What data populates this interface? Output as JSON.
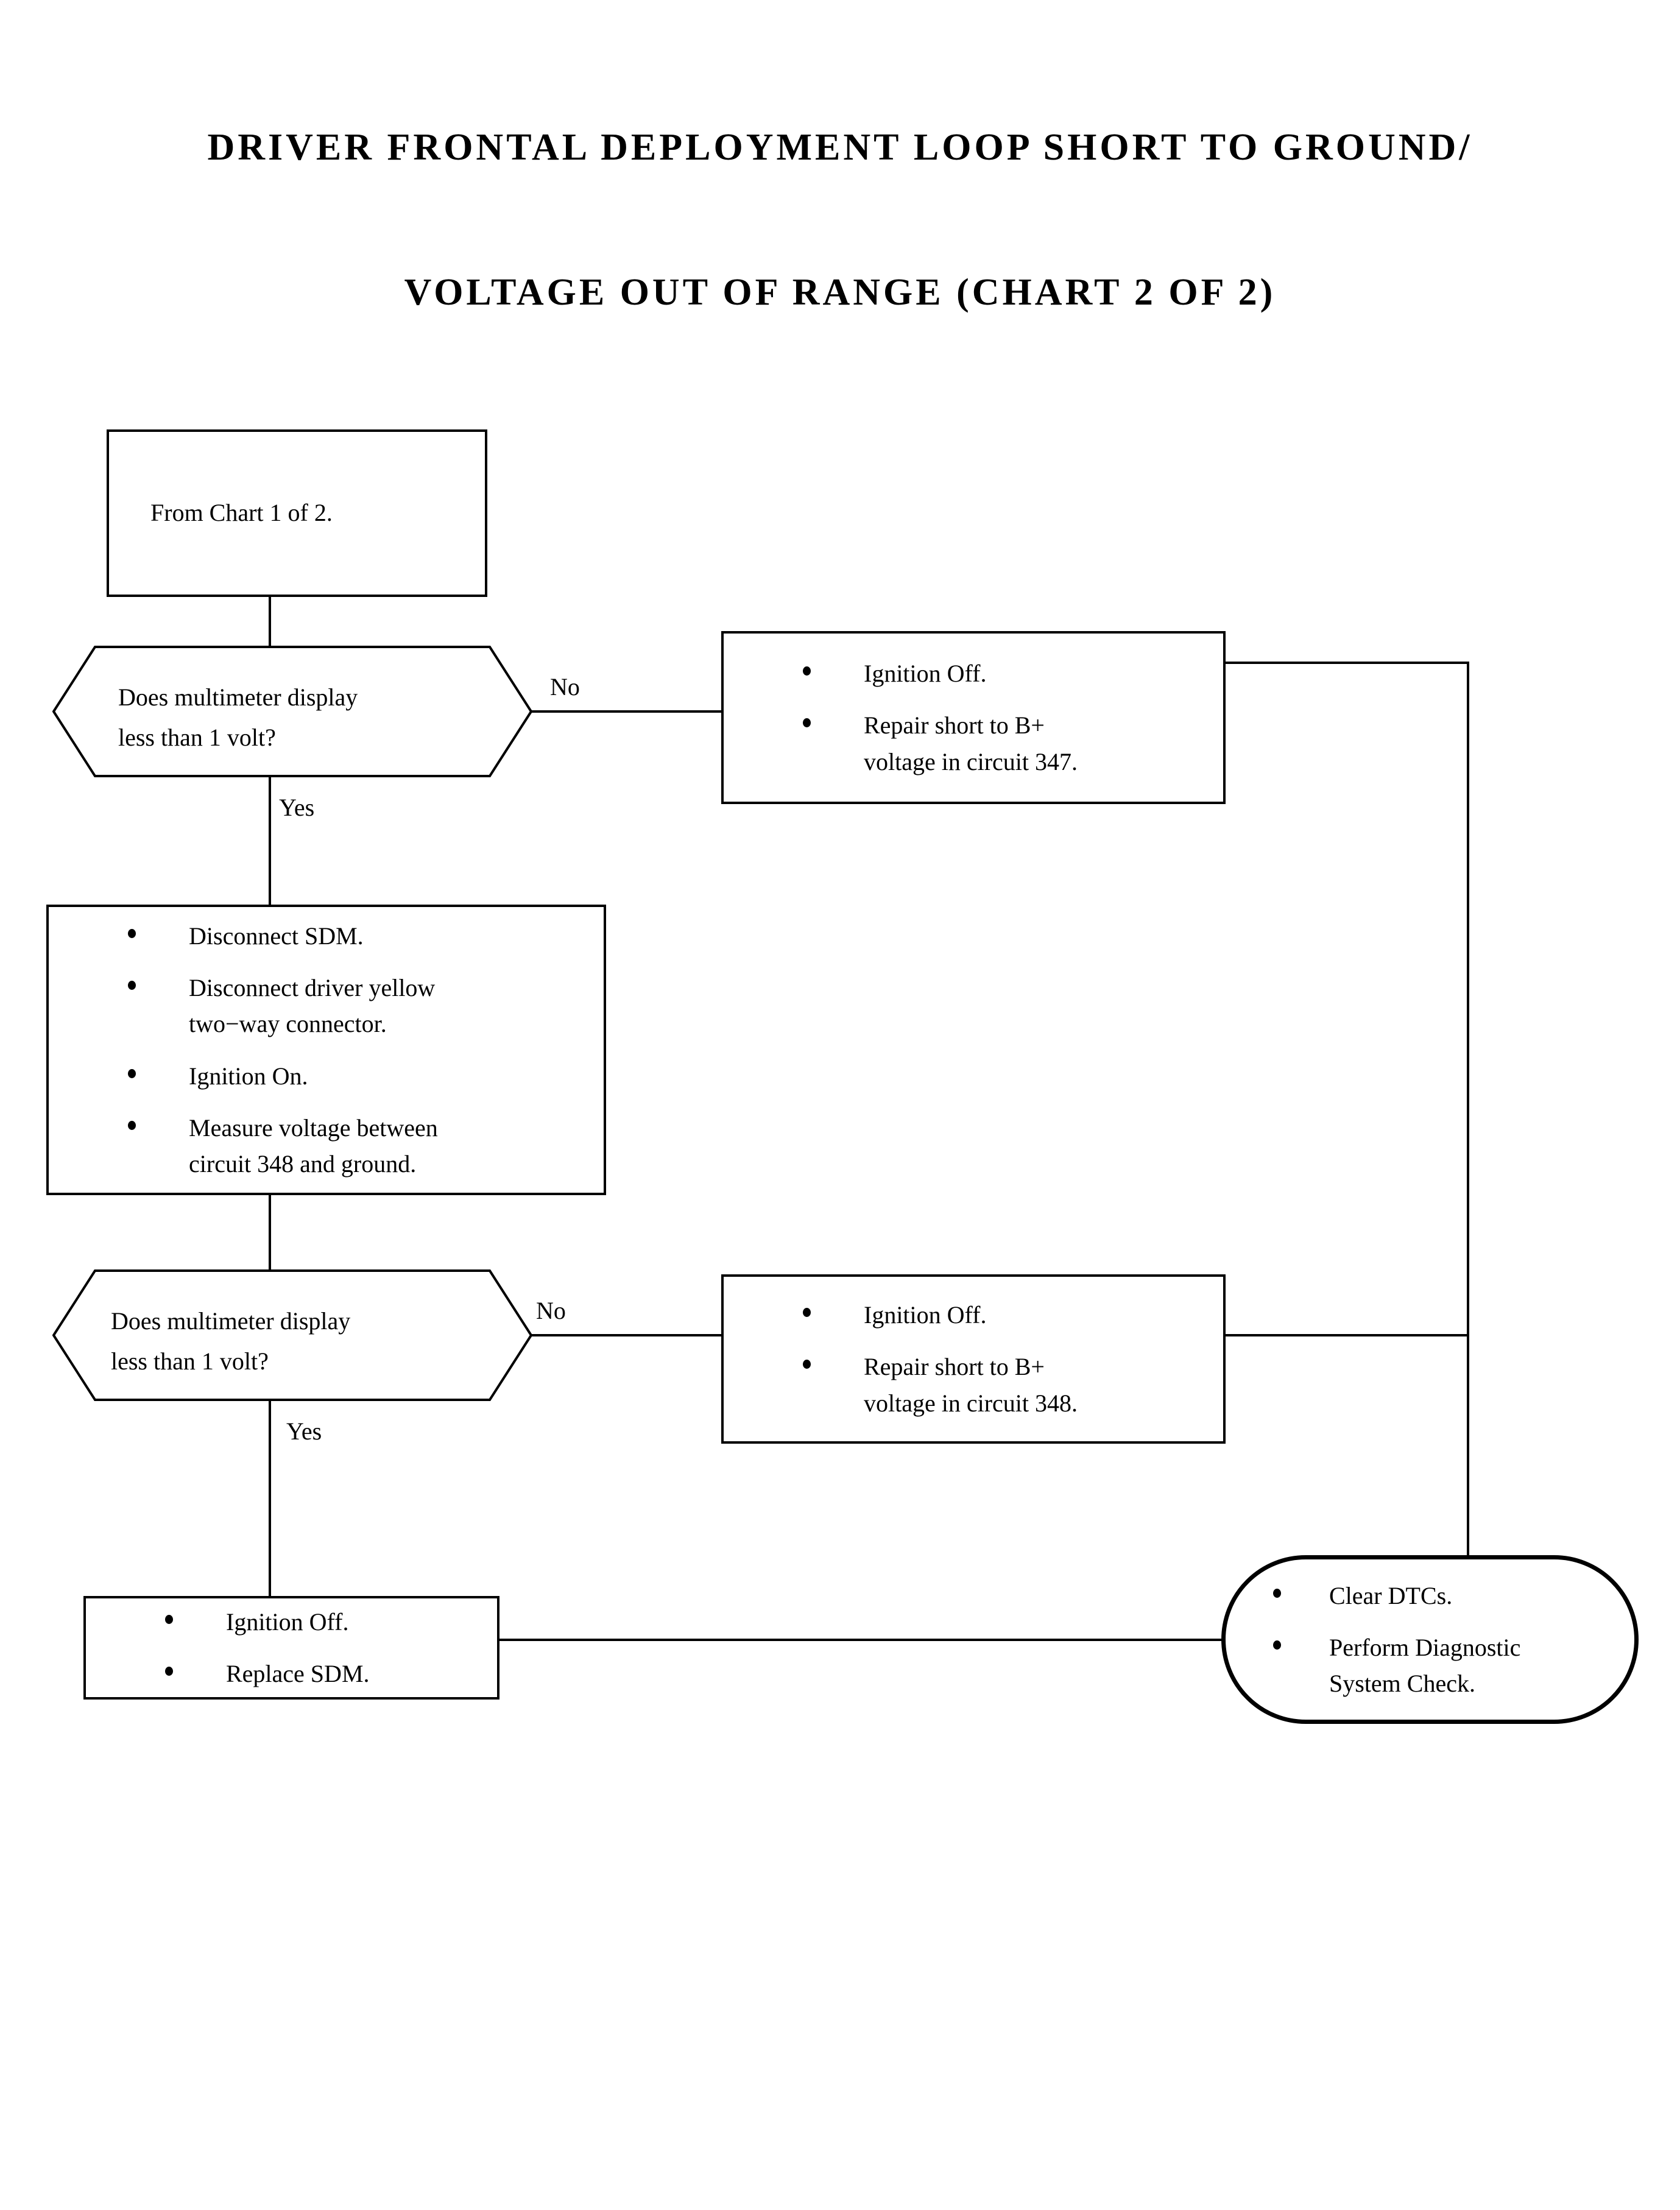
{
  "title": {
    "line1": "DRIVER FRONTAL DEPLOYMENT LOOP SHORT TO GROUND/",
    "line2": "VOLTAGE OUT OF RANGE (CHART 2 OF 2)"
  },
  "nodes": {
    "start": {
      "type": "process",
      "text": "From Chart 1 of 2."
    },
    "decision1": {
      "type": "decision",
      "line1": "Does multimeter display",
      "line2": "less than 1 volt?",
      "yes_label": "Yes",
      "no_label": "No"
    },
    "repair347": {
      "type": "process",
      "bullets": [
        {
          "line1": "Ignition Off.",
          "line2": ""
        },
        {
          "line1": "Repair short to B+",
          "line2": "voltage in circuit 347."
        }
      ]
    },
    "measure348": {
      "type": "process",
      "bullets": [
        {
          "line1": "Disconnect SDM.",
          "line2": ""
        },
        {
          "line1": "Disconnect driver yellow",
          "line2": "two−way connector."
        },
        {
          "line1": "Ignition On.",
          "line2": ""
        },
        {
          "line1": "Measure voltage between",
          "line2": "circuit 348 and ground."
        }
      ]
    },
    "decision2": {
      "type": "decision",
      "line1": "Does multimeter display",
      "line2": "less than 1 volt?",
      "yes_label": "Yes",
      "no_label": "No"
    },
    "repair348": {
      "type": "process",
      "bullets": [
        {
          "line1": "Ignition Off.",
          "line2": ""
        },
        {
          "line1": "Repair short to B+",
          "line2": "voltage in circuit 348."
        }
      ]
    },
    "replaceSDM": {
      "type": "process",
      "bullets": [
        {
          "line1": "Ignition Off.",
          "line2": ""
        },
        {
          "line1": "Replace SDM.",
          "line2": ""
        }
      ]
    },
    "endCheck": {
      "type": "terminator",
      "bullets": [
        {
          "line1": "Clear DTCs.",
          "line2": ""
        },
        {
          "line1": "Perform Diagnostic",
          "line2": "System Check."
        }
      ]
    }
  },
  "colors": {
    "stroke": "#000000",
    "background": "#ffffff"
  }
}
